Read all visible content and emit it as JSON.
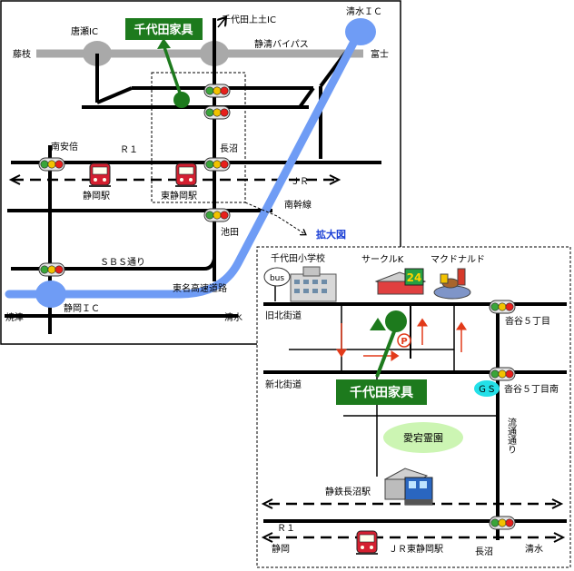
{
  "overview": {
    "store_label": "千代田家具",
    "interchanges": {
      "karase_ic": "唐瀬IC",
      "chiyoda_ic": "千代田上土IC",
      "shimizu_ic": "清水ＩＣ",
      "shizuoka_ic": "静岡ＩＣ"
    },
    "bypass": "静清バイパス",
    "ends": {
      "fujieda": "藤枝",
      "fuji": "富士",
      "yaizu": "焼津",
      "shimizu": "清水"
    },
    "places": {
      "minamiabe": "南安倍",
      "naganuma": "長沼",
      "ikeda": "池田"
    },
    "r1": "Ｒ１",
    "jr": "ＪＲ",
    "stations": {
      "shizuoka": "静岡駅",
      "higashi_shizuoka": "東静岡駅"
    },
    "minami_kansen": "南幹線",
    "sbs": "ＳＢＳ通り",
    "tomei": "東名高速道路",
    "enlarge": "拡大図"
  },
  "detail": {
    "store_label": "千代田家具",
    "school": "千代田小学校",
    "bus": "bus",
    "circle_k": "サークルK",
    "circle_k_sign": "24",
    "mcdonalds": "マクドナルド",
    "kyu_hokkaido": "旧北街道",
    "shin_hokkaido": "新北街道",
    "tomitani5": "沓谷５丁目",
    "tomitani5s": "沓谷５丁目南",
    "gs": "ＧＳ",
    "park_sign": "P",
    "atago": "愛宕霊園",
    "ryutsu": "流通通り",
    "seitetsu": "静鉄長沼駅",
    "r1": "Ｒ１",
    "shizuoka": "静岡",
    "jr_higashi": "ＪＲ東静岡駅",
    "naganuma": "長沼",
    "shimizu": "清水"
  },
  "colors": {
    "store_green": "#1d7a1d",
    "highway_blue": "#6f9cf5",
    "bypass_gray": "#a9a9a9",
    "signal_red": "#e8201c",
    "signal_yellow": "#f2c200",
    "signal_green": "#3aa53a",
    "gs_cyan": "#23e0e8",
    "cemetery_green": "#ccf5b3",
    "oneway_red": "#e23a1a"
  },
  "icons": [
    "traffic-light-icon",
    "train-icon",
    "bus-stop-icon",
    "school-icon",
    "convenience-store-icon",
    "restaurant-icon",
    "parking-icon",
    "gas-station-icon",
    "station-building-icon"
  ]
}
